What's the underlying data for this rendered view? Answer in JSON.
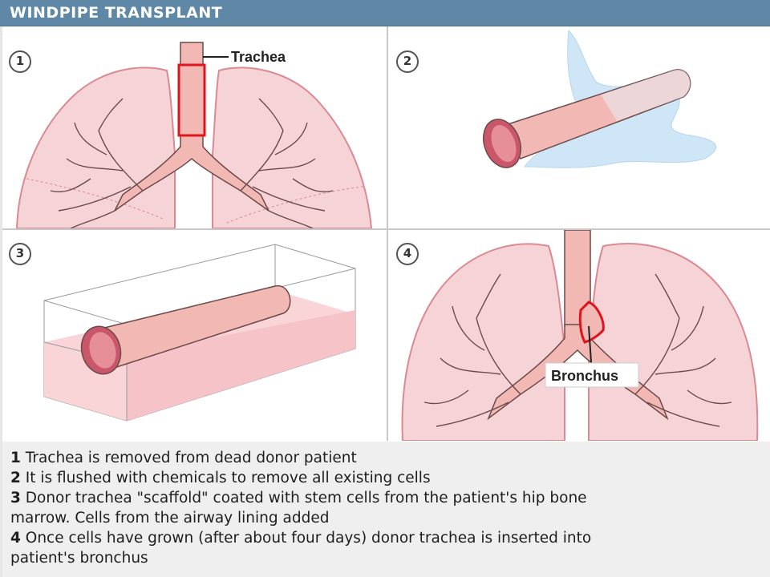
{
  "header": {
    "title": "WINDPIPE TRANSPLANT",
    "bg_color": "#5f87a6"
  },
  "panels": [
    {
      "step": "1",
      "label": "Trachea"
    },
    {
      "step": "2"
    },
    {
      "step": "3"
    },
    {
      "step": "4",
      "label": "Bronchus"
    }
  ],
  "captions": [
    {
      "num": "1",
      "text": "Trachea is removed from dead donor patient"
    },
    {
      "num": "2",
      "text": "It is flushed with chemicals to remove all existing cells"
    },
    {
      "num": "3",
      "text": "Donor trachea \"scaffold\" coated with stem cells from the patient's hip bone"
    },
    {
      "num": "",
      "text": "marrow. Cells from the airway lining added"
    },
    {
      "num": "4",
      "text": "Once cells have grown (after about four days) donor trachea is inserted into"
    },
    {
      "num": "",
      "text": "patient's bronchus"
    }
  ],
  "colors": {
    "lung_fill": "#f6d3d6",
    "lung_stroke": "#d98a93",
    "airway_fill": "#f2b8b4",
    "airway_stroke": "#6b4a4a",
    "highlight_red": "#e0141c",
    "fluid_blue": "#cfe6f7"
  }
}
